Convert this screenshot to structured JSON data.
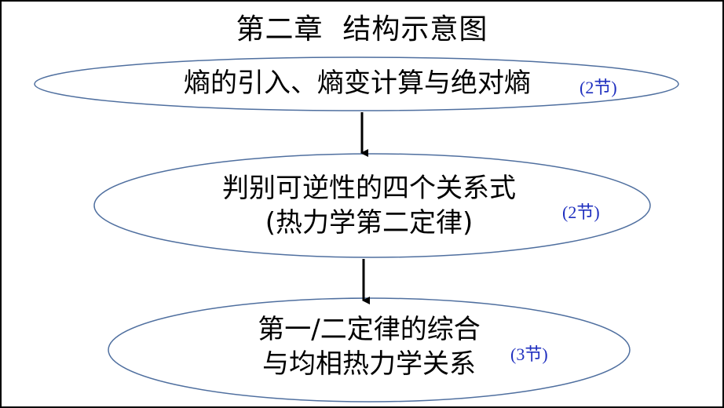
{
  "title": "第二章  结构示意图",
  "nodes": [
    {
      "lines": [
        "熵的引入、熵变计算与绝对熵"
      ],
      "badge": "(2节)"
    },
    {
      "lines": [
        "判别可逆性的四个关系式",
        "(热力学第二定律)"
      ],
      "badge": "(2节)"
    },
    {
      "lines": [
        "第一/二定律的综合",
        "与均相热力学关系"
      ],
      "badge": "(3节)"
    }
  ],
  "colors": {
    "ellipse_stroke": "#4f6f9f",
    "badge": "#1f2fbf",
    "text": "#000000"
  }
}
